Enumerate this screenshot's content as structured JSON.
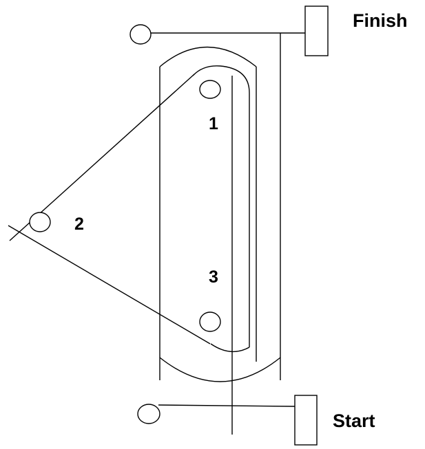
{
  "labels": {
    "finish": "Finish",
    "start": "Start",
    "point_1": "1",
    "point_2": "2",
    "point_3": "3"
  },
  "colors": {
    "stroke": "#000000",
    "background": "#ffffff"
  }
}
